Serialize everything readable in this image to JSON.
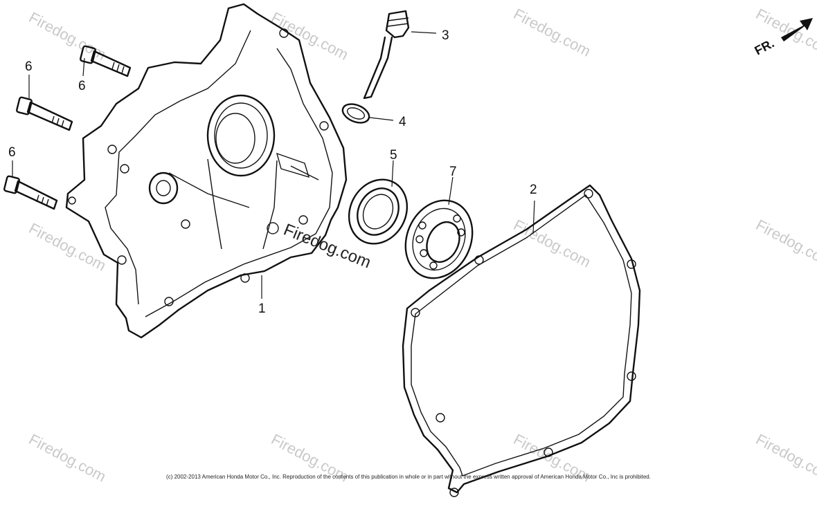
{
  "callouts": {
    "p1": "1",
    "p2": "2",
    "p3": "3",
    "p4": "4",
    "p5": "5",
    "p6a": "6",
    "p6b": "6",
    "p6c": "6",
    "p7": "7"
  },
  "direction_label": "FR.",
  "watermark": {
    "text": "Firedog.com",
    "center_text": "Firedog.com"
  },
  "copyright": "(c) 2002-2013 American Honda Motor Co., Inc. Reproduction of the contents of this publication in whole or in part without the express written approval of American Honda Motor Co., Inc is prohibited."
}
